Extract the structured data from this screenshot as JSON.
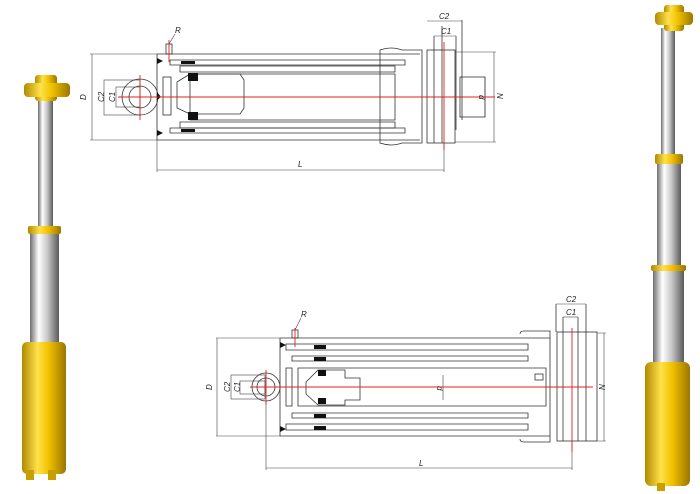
{
  "top_drawing": {
    "labels": {
      "R": "R",
      "D": "D",
      "eye_C2": "C2",
      "eye_C1": "C1",
      "L": "L",
      "flange_C2": "C2",
      "flange_C1": "C1",
      "d": "d",
      "N": "N"
    }
  },
  "bottom_drawing": {
    "labels": {
      "R": "R",
      "D": "D",
      "eye_C2": "C2",
      "eye_C1": "C1",
      "L": "L",
      "flange_C2": "C2",
      "flange_C1": "C1",
      "d": "d",
      "N": "N"
    }
  },
  "colors": {
    "cylinder_yellow": "#f2c200",
    "chrome": "#d8d8d8",
    "centerline": "#e02020"
  }
}
